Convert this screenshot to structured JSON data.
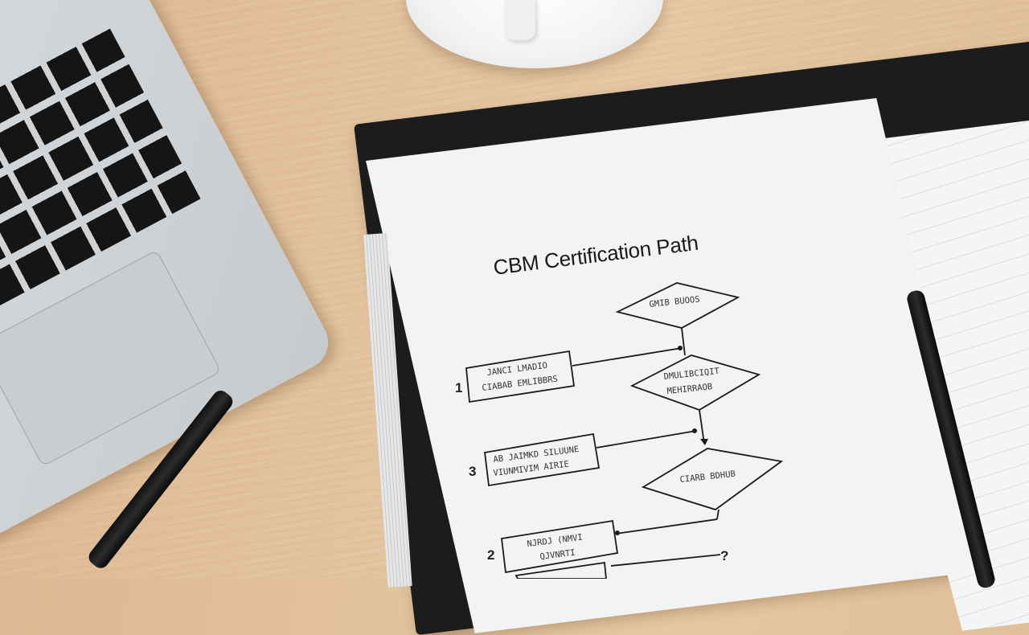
{
  "scene": {
    "description": "Top-down photo of a wooden desk with a laptop, coffee cup on saucer, two black pens and an open notebook showing a hand-drawn flowchart",
    "colors": {
      "desk": "#e2c19d",
      "laptop": "#d0d4d7",
      "keys": "#151515",
      "notebook_cover": "#1c1c1c",
      "paper": "#f2f3f4",
      "ink": "#1a1a1a"
    }
  },
  "notebook": {
    "title": "CBM Certification Path",
    "diagram": {
      "boxes": [
        {
          "step": "1",
          "line1": "JANCI LMADIO",
          "line2": "CIABAB EMLIBBRS"
        },
        {
          "step": "3",
          "line1": "AB JAIMKD SILUUNE",
          "line2": "VIUNMIVIM AIRIE"
        },
        {
          "step": "2",
          "line1": "NJRDJ (NMVI",
          "line2": "QJVNRTI"
        }
      ],
      "diamonds": [
        {
          "line1": "GMIB BUOOS",
          "line2": ""
        },
        {
          "line1": "DMULIBCIQIT",
          "line2": "MEHIRRAOB"
        },
        {
          "line1": "CIARB BDHUB",
          "line2": ""
        }
      ],
      "end_marker": "?"
    }
  }
}
